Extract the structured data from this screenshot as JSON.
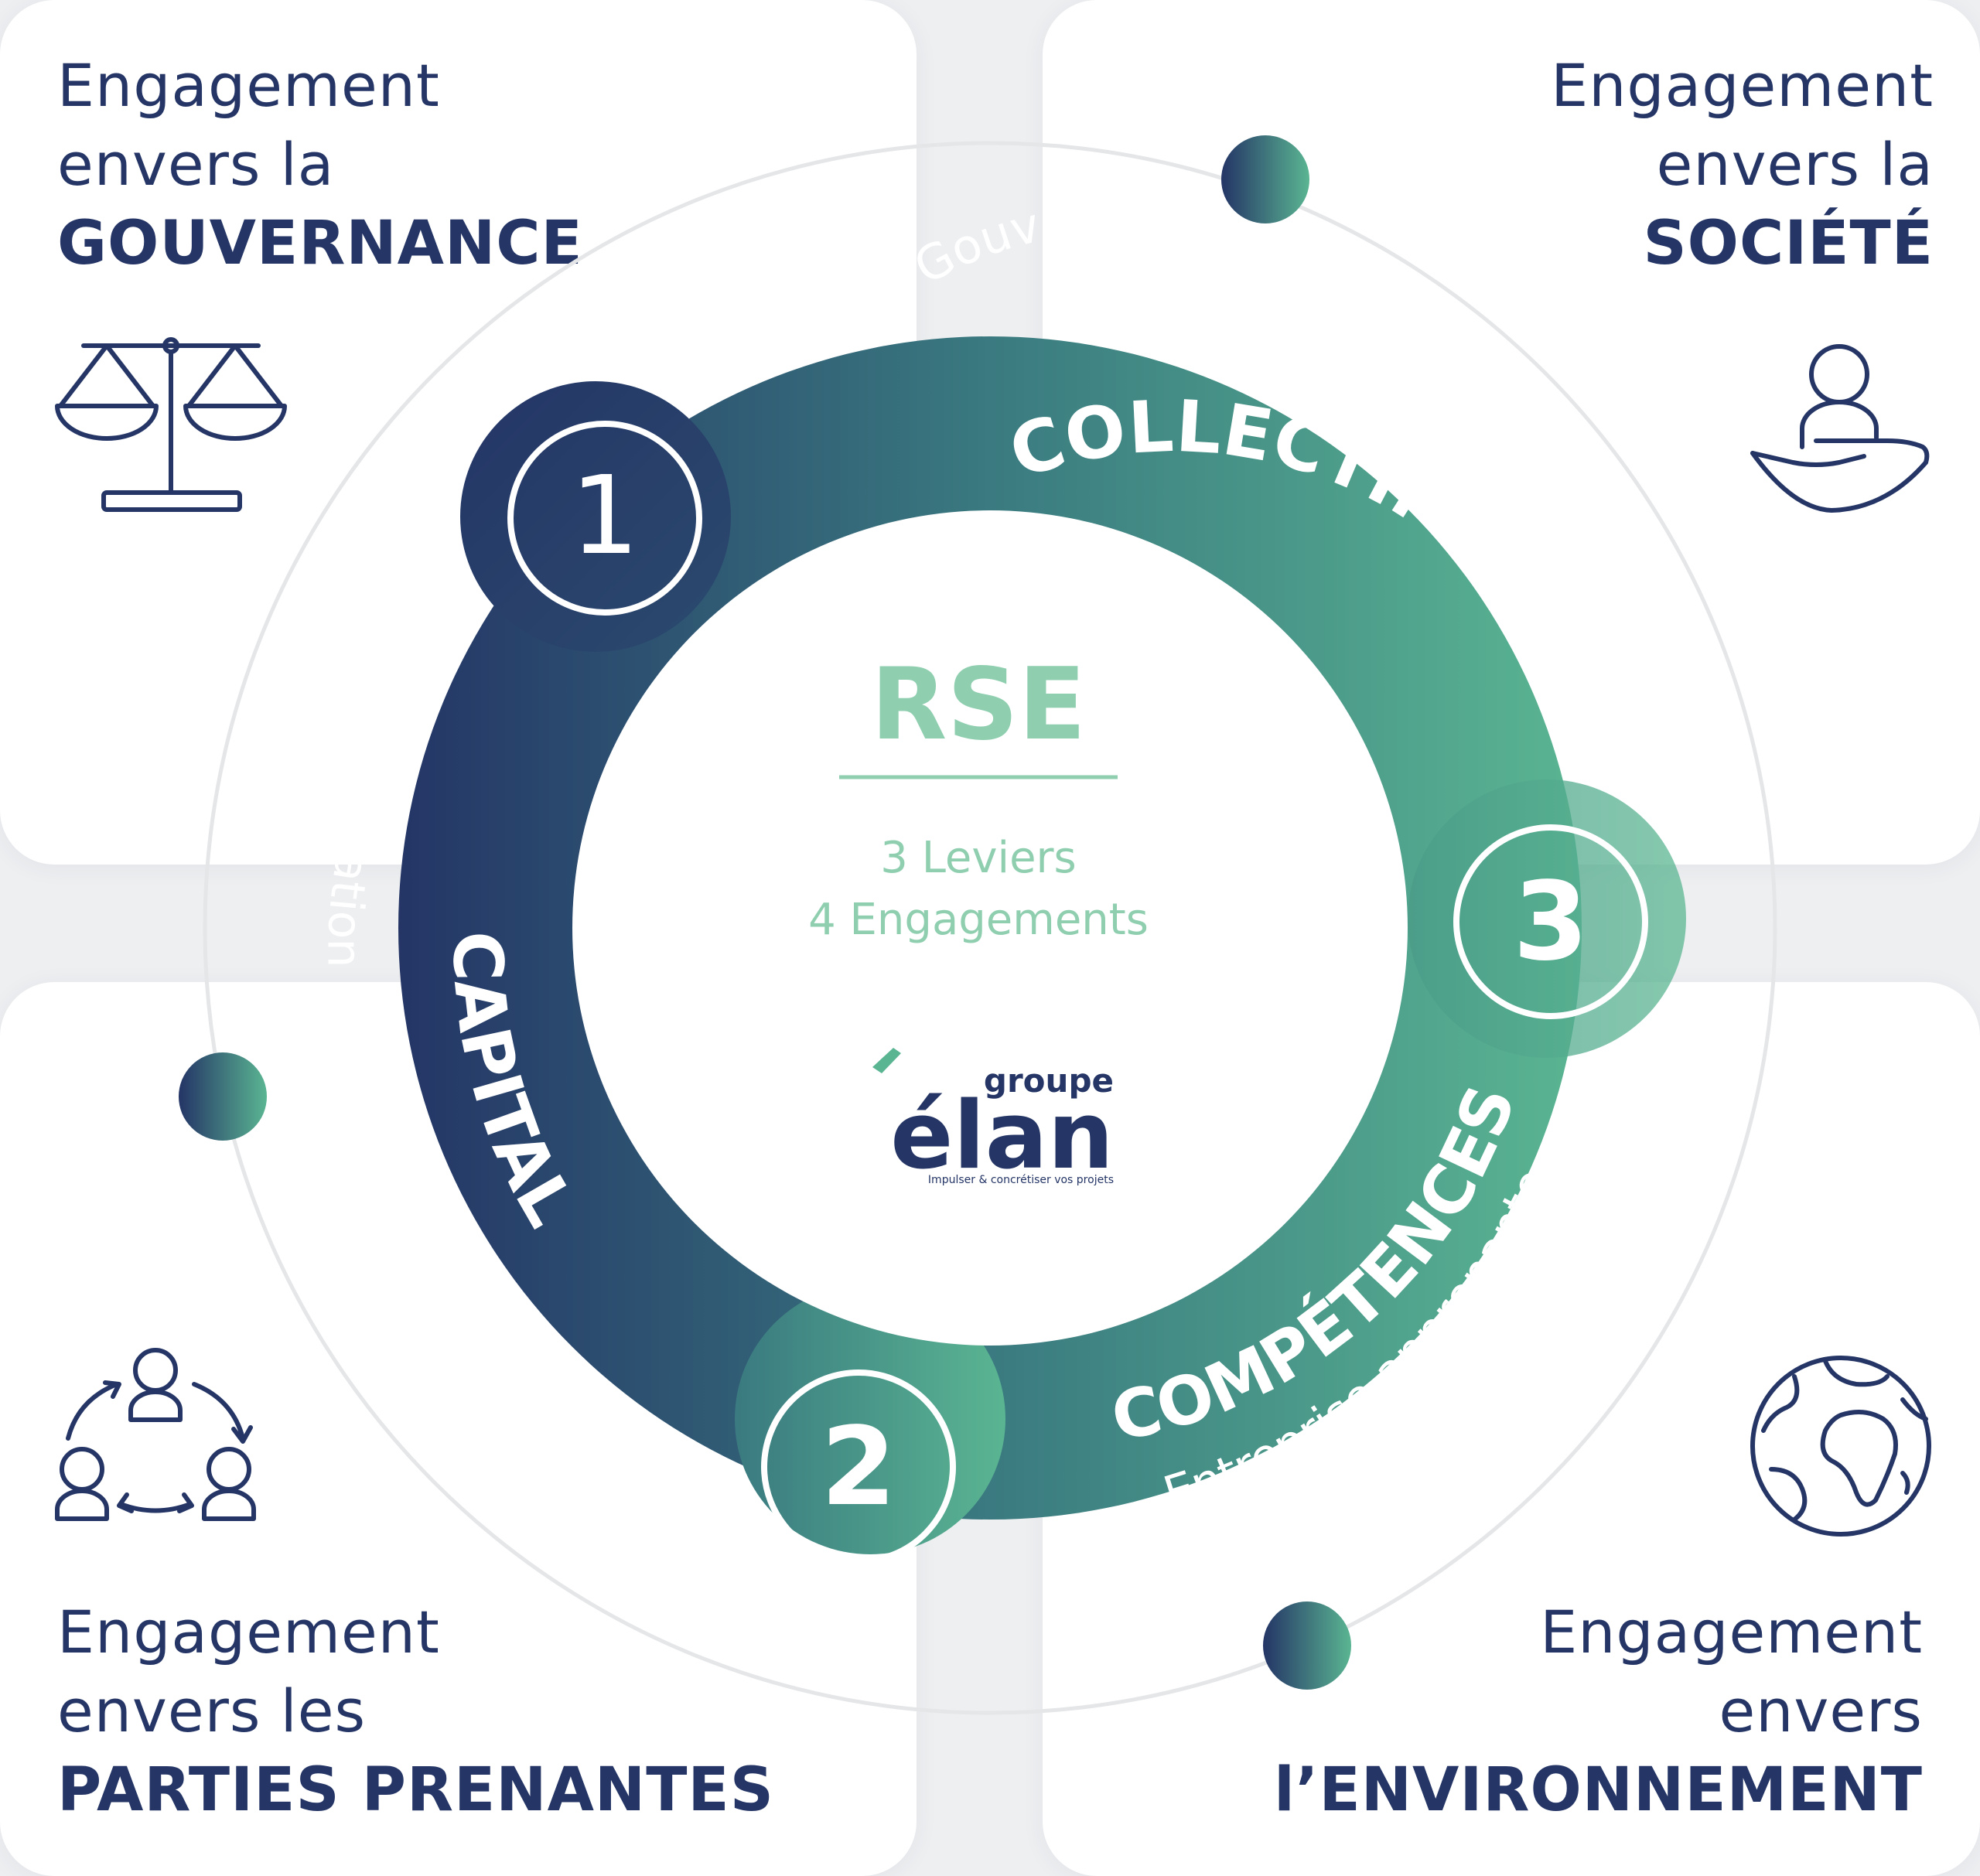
{
  "center": {
    "title": "RSE",
    "line1": "3 Leviers",
    "line2": "4 Engagements",
    "logo": {
      "top": "groupe",
      "main": "élan",
      "tagline": "Impulser & concrétiser vos projets"
    }
  },
  "levers": [
    {
      "number": "1",
      "title": "COLLECTIF",
      "subtitle": "Gouvernance participative"
    },
    {
      "number": "2",
      "title": "CAPITAL",
      "subtitle": "Innovation sous toutes ses formes"
    },
    {
      "number": "3",
      "title": "COMPÉTENCES",
      "subtitle": "Entreprise apprenante"
    }
  ],
  "engagements": {
    "top_left": {
      "line1": "Engagement",
      "line2": "envers la",
      "line3": "GOUVERNANCE",
      "icon": "scales-icon"
    },
    "top_right": {
      "line1": "Engagement",
      "line2": "envers la",
      "line3": "SOCIÉTÉ",
      "icon": "hand-person-icon"
    },
    "bottom_left": {
      "line1": "Engagement",
      "line2": "envers les",
      "line3": "PARTIES PRENANTES",
      "icon": "people-exchange-icon"
    },
    "bottom_right": {
      "line1": "Engagement",
      "line2": "envers",
      "line3": "l’ENVIRONNEMENT",
      "icon": "globe-icon"
    }
  },
  "colors": {
    "navy": "#243566",
    "green": "#5ab592",
    "light_green": "#8fcfb0",
    "background": "#eeeff1"
  }
}
